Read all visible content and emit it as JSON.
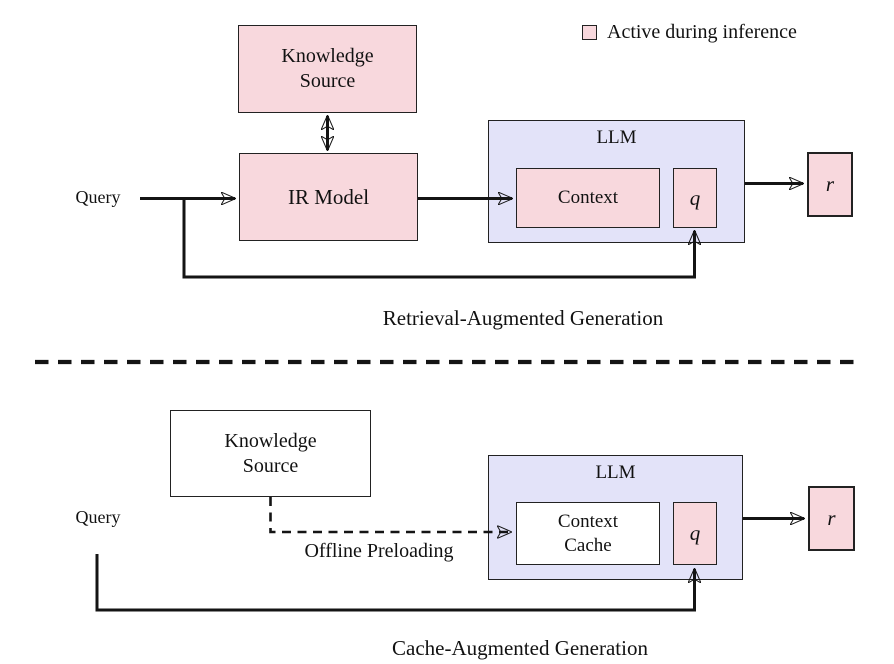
{
  "legend": {
    "label": "Active during inference",
    "swatch_color": "#f8d8dd"
  },
  "colors": {
    "active_pink": "#f8d8dd",
    "llm_lavender": "#e3e3f9",
    "line": "#141414"
  },
  "rag": {
    "query_label": "Query",
    "knowledge_source": "Knowledge\nSource",
    "ir_model": "IR Model",
    "llm_label": "LLM",
    "context": "Context",
    "q": "q",
    "r": "r",
    "caption": "Retrieval-Augmented Generation"
  },
  "cag": {
    "query_label": "Query",
    "knowledge_source": "Knowledge\nSource",
    "llm_label": "LLM",
    "context_cache": "Context\nCache",
    "q": "q",
    "r": "r",
    "offline_label": "Offline Preloading",
    "caption": "Cache-Augmented Generation"
  }
}
